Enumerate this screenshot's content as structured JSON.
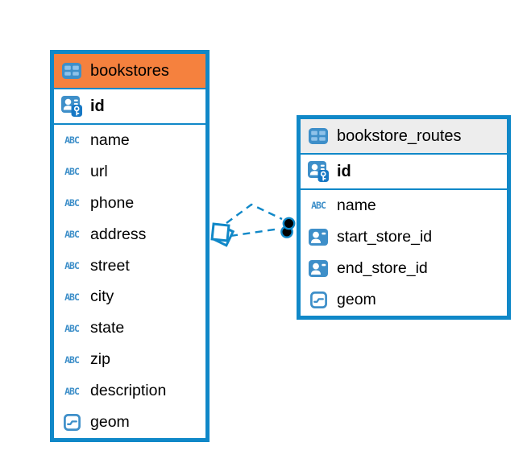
{
  "colors": {
    "connector_blue": "#1088C8",
    "icon_blue": "#3E8FC9",
    "icon_blue_light": "#8FC2E9",
    "icon_blue_dark": "#1778C4",
    "text": "#000000",
    "background": "#FFFFFF"
  },
  "icon_labels": {
    "text": "ABC"
  },
  "tables": [
    {
      "name": "bookstores",
      "icon": "table-icon",
      "header_bg": "#F5813E",
      "keys": [
        {
          "name": "id",
          "icon": "primary-key-icon"
        }
      ],
      "columns": [
        {
          "name": "name",
          "icon": "text-column-icon"
        },
        {
          "name": "url",
          "icon": "text-column-icon"
        },
        {
          "name": "phone",
          "icon": "text-column-icon"
        },
        {
          "name": "address",
          "icon": "text-column-icon"
        },
        {
          "name": "street",
          "icon": "text-column-icon"
        },
        {
          "name": "city",
          "icon": "text-column-icon"
        },
        {
          "name": "state",
          "icon": "text-column-icon"
        },
        {
          "name": "zip",
          "icon": "text-column-icon"
        },
        {
          "name": "description",
          "icon": "text-column-icon"
        },
        {
          "name": "geom",
          "icon": "data-column-icon"
        }
      ]
    },
    {
      "name": "bookstore_routes",
      "icon": "table-icon",
      "header_bg": "#EDEDED",
      "keys": [
        {
          "name": "id",
          "icon": "primary-key-icon"
        }
      ],
      "columns": [
        {
          "name": "name",
          "icon": "text-column-icon"
        },
        {
          "name": "start_store_id",
          "icon": "reference-column-icon"
        },
        {
          "name": "end_store_id",
          "icon": "reference-column-icon"
        },
        {
          "name": "geom",
          "icon": "data-column-icon"
        }
      ]
    }
  ],
  "relationship": {
    "type": "foreign-key",
    "style": "dashed",
    "from_table": "bookstores",
    "to_table": "bookstore_routes",
    "link_count": 2
  }
}
